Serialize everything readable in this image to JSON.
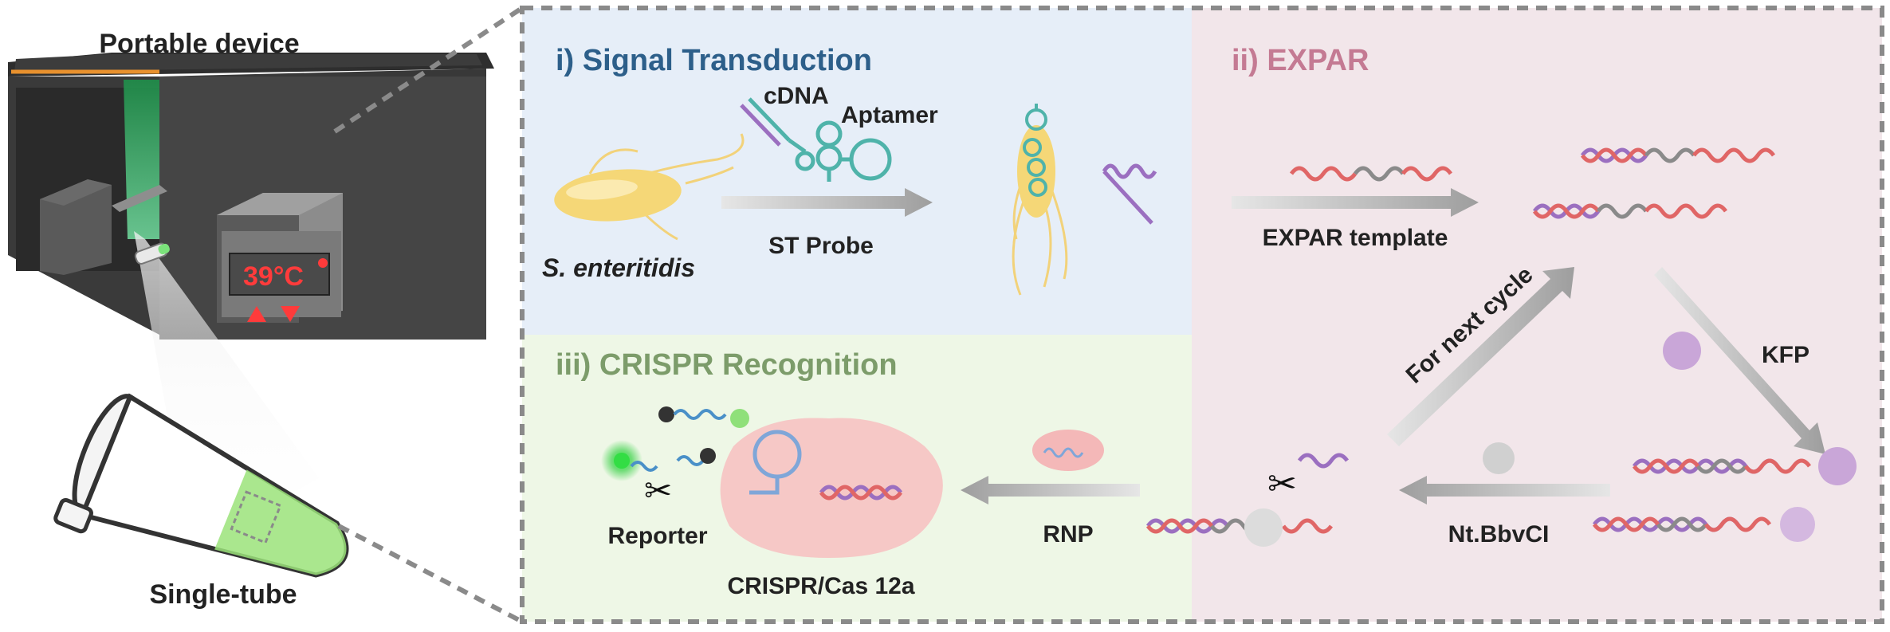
{
  "device": {
    "title": "Portable device",
    "temperature": "39°C",
    "tube_label": "Single-tube"
  },
  "panels": {
    "signal": {
      "title": "i) Signal Transduction",
      "cdna": "cDNA",
      "aptamer": "Aptamer",
      "probe": "ST Probe",
      "target": "S. enteritidis"
    },
    "expar": {
      "title": "ii) EXPAR",
      "template": "EXPAR template",
      "kfp": "KFP",
      "nicking": "Nt.BbvCI",
      "cycle": "For next cycle"
    },
    "crispr": {
      "title": "iii) CRISPR Recognition",
      "reporter": "Reporter",
      "cas": "CRISPR/Cas 12a",
      "rnp": "RNP"
    }
  },
  "colors": {
    "signal_bg": "#e6eef8",
    "expar_bg": "#f2e6ea",
    "crispr_bg": "#eef7e6",
    "signal_title": "#2d5f8a",
    "expar_title": "#b35c7a",
    "crispr_title": "#6b8f5a",
    "dna_red": "#e06666",
    "dna_purple": "#9b6fc0",
    "dna_gray": "#8a8a8a",
    "aptamer_teal": "#4fb3aa",
    "fluor_green": "#33dd44"
  }
}
